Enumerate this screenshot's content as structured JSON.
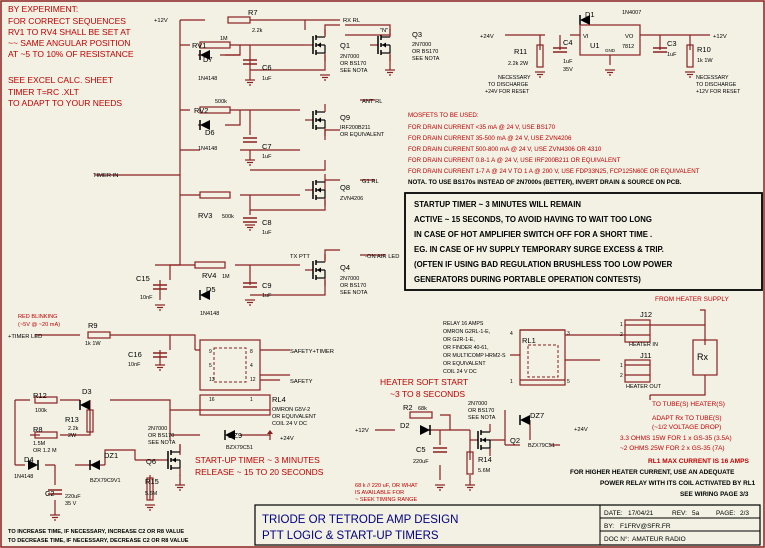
{
  "colors": {
    "wire": "#8a2020",
    "note_red": "#c00000",
    "text": "#000000",
    "bg": "#f2f1e4",
    "title": "#000080"
  },
  "notes": {
    "experiment": [
      "BY EXPERIMENT:",
      "FOR CORRECT SEQUENCES",
      "RV1 TO RV4 SHALL BE SET AT",
      "~~ SAME ANGULAR POSITION",
      "AT ~5 TO 10% OF RESISTANCE"
    ],
    "excel": [
      "SEE EXCEL CALC. SHEET",
      "TIMER T=RC .XLT",
      "TO ADAPT TO YOUR NEEDS"
    ],
    "mosfets": [
      "MOSFETS TO BE USED:",
      "FOR DRAIN CURRENT <35 mA @ 24 V, USE BS170",
      "FOR DRAIN CURRENT 35-500 mA @ 24 V, USE ZVN4206",
      "FOR DRAIN CURRENT 500-800 mA @ 24 V, USE ZVN4306 OR 4310",
      "FOR DRAIN CURRENT 0.8-1 A @ 24 V, USE IRF200B211 OR EQUIVALENT",
      "FOR DRAIN CURRENT 1-7 A @ 24 V TO 1 A @ 200 V, USE FDP33N25, FCP125N60E OR EQUIVALENT"
    ],
    "mosfet_nota": "NOTA. TO USE BS170s INSTEAD OF 2N7000s (BETTER), INVERT DRAIN & SOURCE ON PCB.",
    "startup_box": [
      "STARTUP TIMER ~ 3 MINUTES WILL REMAIN",
      "ACTIVE ~ 15 SECONDS, TO AVOID HAVING TO WAIT TOO LONG",
      "IN CASE OF HOT AMPLIFIER SWITCH OFF FOR A SHORT TIME .",
      "EG. IN CASE OF HV SUPPLY TEMPORARY SURGE EXCESS & TRIP.",
      "(OFTEN IF USING BAD REGULATION BRUSHLESS TOO LOW POWER",
      "GENERATORS DURING PORTABLE OPERATION CONTESTS)"
    ],
    "heater_soft": [
      "HEATER SOFT START",
      "~3 TO 8 SECONDS"
    ],
    "startup_timer": [
      "START-UP  TIMER ~ 3 MINUTES",
      "RELEASE ~ 15 TO 20 SECONDS"
    ],
    "red_blinking": [
      "RED BLINKING",
      "(~5V @ ~20 mA)"
    ],
    "timing_range": [
      "68 k // 220 uF, OR WHAT",
      "IS AVAILABLE FOR",
      "~ SEEK TIMING RANGE"
    ],
    "increase": "TO INCREASE TIME, IF NECESSARY, INCREASE C2 OR R8 VALUE",
    "decrease": "TO DECREASE TIME, IF NECESSARY, DECREASE C2 OR R8 VALUE",
    "from_heater": "FROM HEATER SUPPLY",
    "to_tube": "TO TUBE(S) HEATER(S)",
    "adapt_rx": [
      "ADAPT Rx TO TUBE(S)",
      "(~1/2 VOLTAGE DROP)",
      "3.3 OHMS 15W FOR 1 x GS-35 (3.5A)",
      "~2 OHMS 25W FOR 2 x GS-35 (7A)"
    ],
    "rl1_max": "RL1 MAX CURRENT IS 16 AMPS",
    "higher_current": [
      "FOR HIGHER HEATER CURRENT, USE AN ADEQUATE",
      "POWER RELAY WITH ITS COIL ACTIVATED BY RL1",
      "SEE WIRING PAGE 3/3"
    ],
    "relay16": [
      "RELAY 16 AMPS",
      "OMRON G2RL-1-E,",
      "OR G2R-1-E,",
      "OR FINDER 40-61,",
      "OR MULTICOMP HRM2-S",
      "OR EQUIVALENT",
      "COIL 24 V DC"
    ],
    "r11_note": [
      "NECESSARY",
      "TO DISCHARGE",
      "+24V FOR RESET"
    ],
    "r10_note": [
      "NECESSARY",
      "TO DISCHARGE",
      "+12V FOR RESET"
    ]
  },
  "parts": {
    "R7": "R7",
    "R7v": "2.2k",
    "RV1": "RV1",
    "RV1v": "1M",
    "D7": "D7",
    "D7v": "1N4148",
    "C6": "C6",
    "C6v": "1uF",
    "Q1": "Q1",
    "Q1v": [
      "2N7000",
      "OR BS170",
      "SEE NOTA"
    ],
    "Q3": "Q3",
    "Q3v": [
      "2N7000",
      "OR BS170",
      "SEE NOTA"
    ],
    "RV2": "RV2",
    "RV2v": "500k",
    "D6": "D6",
    "D6v": "1N4148",
    "C7": "C7",
    "C7v": "1uF",
    "Q9": "Q9",
    "Q9v": [
      "IRF200B211",
      "OR EQUIVALENT"
    ],
    "Q8": "Q8",
    "Q8v": "ZVN4206",
    "RV3": "RV3",
    "RV3v": "500k",
    "C8": "C8",
    "C8v": "1uF",
    "RV4": "RV4",
    "RV4v": "1M",
    "D5": "D5",
    "D5v": "1N4148",
    "C9": "C9",
    "C9v": "1uF",
    "Q4": "Q4",
    "Q4v": [
      "2N7000",
      "OR BS170",
      "SEE NOTA"
    ],
    "C15": "C15",
    "C15v": "10nF",
    "R9": "R9",
    "R9v": "1k  1W",
    "C16": "C16",
    "C16v": "10nF",
    "D3": "D3",
    "R12": "R12",
    "R12v": "100k",
    "R13": "R13",
    "R13v": [
      "2.2k",
      "2W"
    ],
    "R8": "R8",
    "R8v": [
      "1.5M",
      "OR 1.2 M"
    ],
    "D4": "D4",
    "D4v": "1N4148",
    "DZ1": "DZ1",
    "DZ1v": "BZX79C9V1",
    "C2": "C2",
    "C2v": [
      "220uF",
      "35 V"
    ],
    "Q6": "Q6",
    "Q6v": [
      "2N7000",
      "OR BS170",
      "SEE NOTA"
    ],
    "R15": "R15",
    "R15v": "5.6M",
    "RL4": "RL4",
    "RL4v": [
      "OMRON G5V-2",
      "OR EQUIVALENT",
      "COIL 24 V DC"
    ],
    "DZ9": "DZ9",
    "DZ9v": "BZX79C51",
    "D1": "D1",
    "D1v": "1N4007",
    "R11": "R11",
    "R11v": [
      "2.2k  2W"
    ],
    "C4": "C4",
    "C4v": [
      "1uF",
      "35V"
    ],
    "U1": "U1",
    "U1v": "7812",
    "C3": "C3",
    "C3v": "1uF",
    "R10": "R10",
    "R10v": [
      "1k  1W"
    ],
    "R2": "R2",
    "R2v": "68k",
    "D2": "D2",
    "C5": "C5",
    "C5v": "220uF",
    "R14": "R14",
    "R14v": "5.6M",
    "Q2": "Q2",
    "Q2v": [
      "2N7000",
      "OR BS170",
      "SEE NOTA"
    ],
    "DZ7": "DZ7",
    "DZ7v": "BZX79C51",
    "RL1": "RL1",
    "J12": "J12",
    "J11": "J11",
    "Rx": "Rx",
    "heater_in": "HEATER IN",
    "heater_out": "HEATER OUT"
  },
  "nets": {
    "p12": "+12V",
    "p24": "+24V",
    "rx_rl": "RX RL",
    "ant_rl": "ANT RL",
    "g1_rl": "G1 RL",
    "tx_ptt": "TX PTT",
    "on_air": "-ON AIR LED",
    "timer_in": "TIMER IN",
    "timer_led": "+TIMER LED",
    "safety_timer": "SAFETY+TIMER",
    "safety": "SAFETY",
    "vi": "VI",
    "vo": "VO",
    "gnd": "GND",
    "n": "\"N\""
  },
  "title_block": {
    "title1": "TRIODE OR TETRODE AMP DESIGN",
    "title2": "PTT LOGIC & START-UP TIMERS",
    "date_label": "DATE:",
    "date": "17/04/21",
    "rev_label": "REV:",
    "rev": "5a",
    "page_label": "PAGE:",
    "page": "2/3",
    "by_label": "BY:",
    "by": "F1FRV@SFR.FR",
    "doc_label": "DOC N°:",
    "doc": "AMATEUR RADIO"
  }
}
